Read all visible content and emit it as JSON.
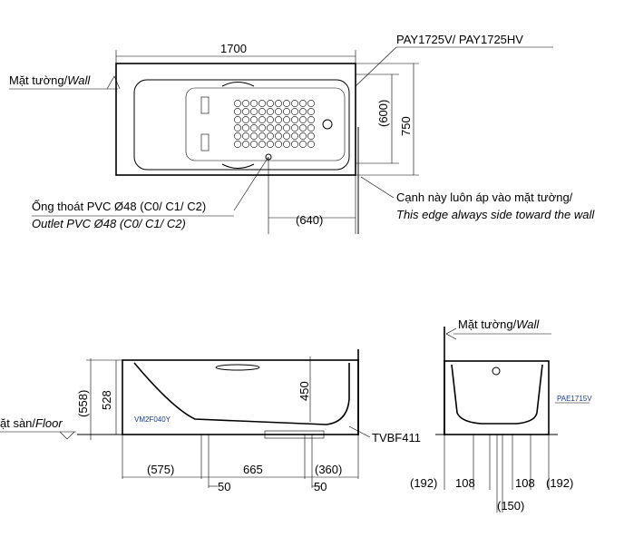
{
  "top_view": {
    "model": "PAY1725V/ PAY1725HV",
    "length": "1700",
    "width": "750",
    "inner_width": "(600)",
    "outlet_offset": "(640)",
    "wall_label": "Mặt tường/",
    "wall_label_en": "Wall",
    "outlet_vi": "Ống thoát PVC Ø48 (C0/ C1/ C2)",
    "outlet_en": "Outlet PVC Ø48 (C0/ C1/ C2)",
    "edge_vi": "Cạnh này luôn áp vào mặt tường/",
    "edge_en": "This edge always side toward the wall"
  },
  "side_view": {
    "total_height": "(558)",
    "tub_height": "528",
    "depth": "450",
    "floor_label": "ặt sàn/",
    "floor_label_en": "Floor",
    "part_left": "VM2F040Y",
    "part_drain": "TVBF411",
    "dims": [
      "(575)",
      "665",
      "(360)"
    ],
    "small_dims": [
      "50",
      "50"
    ]
  },
  "end_view": {
    "wall_label": "Mặt tường/",
    "wall_label_en": "Wall",
    "part": "PAE1715V",
    "dims": [
      "(192)",
      "108",
      "(150)",
      "108",
      "(192)"
    ]
  }
}
